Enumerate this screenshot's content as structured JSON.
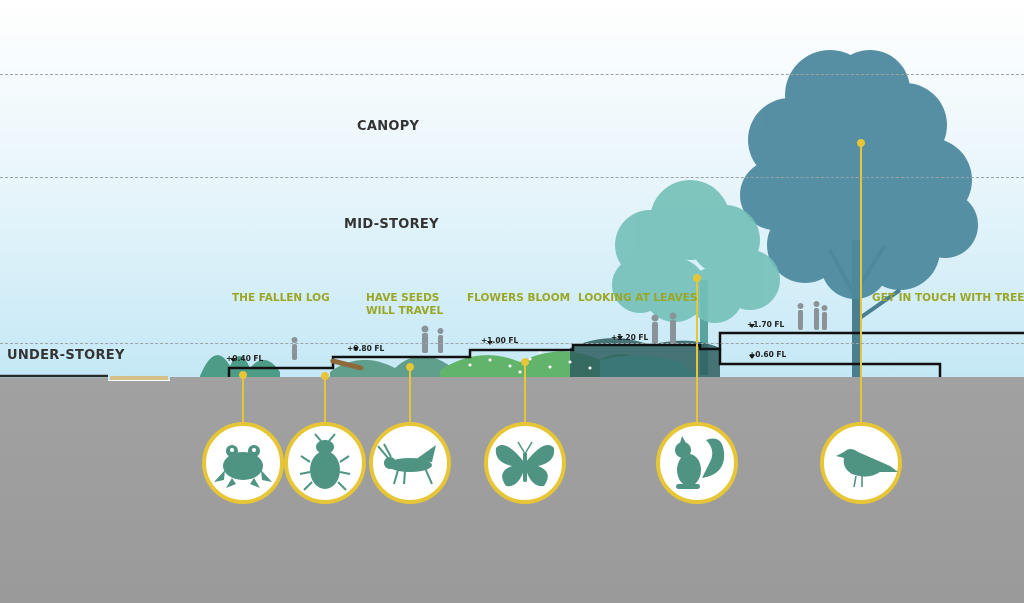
{
  "layers": {
    "canopy": "CANOPY",
    "mid_storey": "MID-STOREY",
    "under_storey": "UNDER-STOREY"
  },
  "features": {
    "fallen_log": "THE FALLEN LOG",
    "seeds_line1": "HAVE SEEDS",
    "seeds_line2": "WILL TRAVEL",
    "flowers": "FLOWERS BLOOM",
    "leaves": "LOOKING AT LEAVES",
    "tree": "GET IN TOUCH WITH TREE"
  },
  "levels": {
    "l040": "+0.40 FL",
    "l080": "+0.80 FL",
    "l100": "+1.00 FL",
    "l120": "+1.20 FL",
    "l170": "+1.70 FL",
    "l060": "+0.60 FL"
  },
  "animals": [
    "frog-icon",
    "beetle-icon",
    "grasshopper-icon",
    "butterfly-icon",
    "squirrel-icon",
    "bird-icon"
  ],
  "colors": {
    "sky_top": "#ffffff",
    "sky_bottom": "#c4e8f6",
    "ground": "#9e9e9e",
    "accent": "#e6c637",
    "animal": "#4f9483",
    "label_green": "#9aa624",
    "canopy_tree": "#4e8a9f",
    "mid_tree": "#6fb8b0"
  }
}
